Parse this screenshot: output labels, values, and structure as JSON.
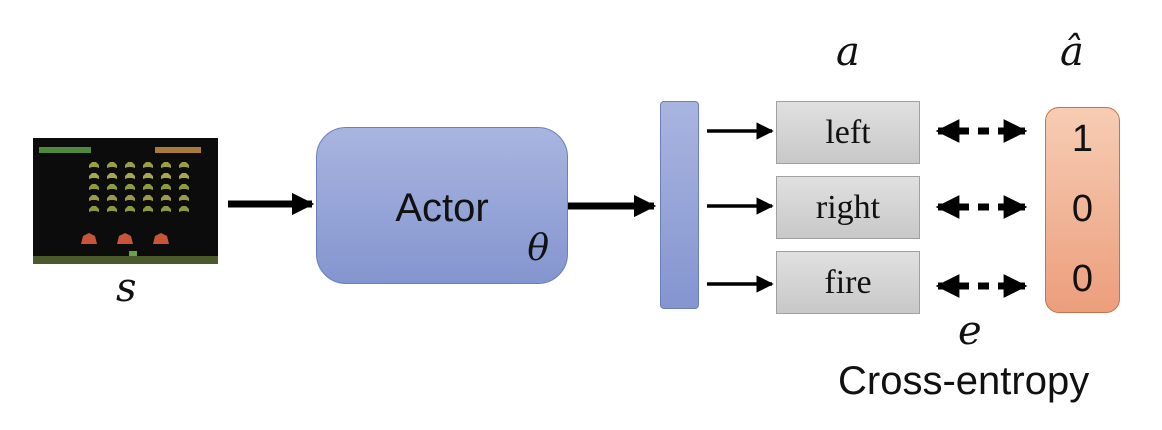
{
  "diagram": {
    "state_label": "s",
    "actor": {
      "title": "Actor",
      "param": "θ"
    },
    "action_label": "a",
    "target_label": "â",
    "actions": [
      "left",
      "right",
      "fire"
    ],
    "targets": [
      "1",
      "0",
      "0"
    ],
    "loss_symbol": "e",
    "loss_name": "Cross-entropy"
  },
  "colors": {
    "actor_fill": "#8d9ed3",
    "action_fill": "#d4d4d4",
    "target_fill": "#f0b093",
    "game_background": "#0c0c0c"
  },
  "icons": [
    "space-invaders-screen",
    "arrow-right",
    "dashed-double-arrow"
  ]
}
